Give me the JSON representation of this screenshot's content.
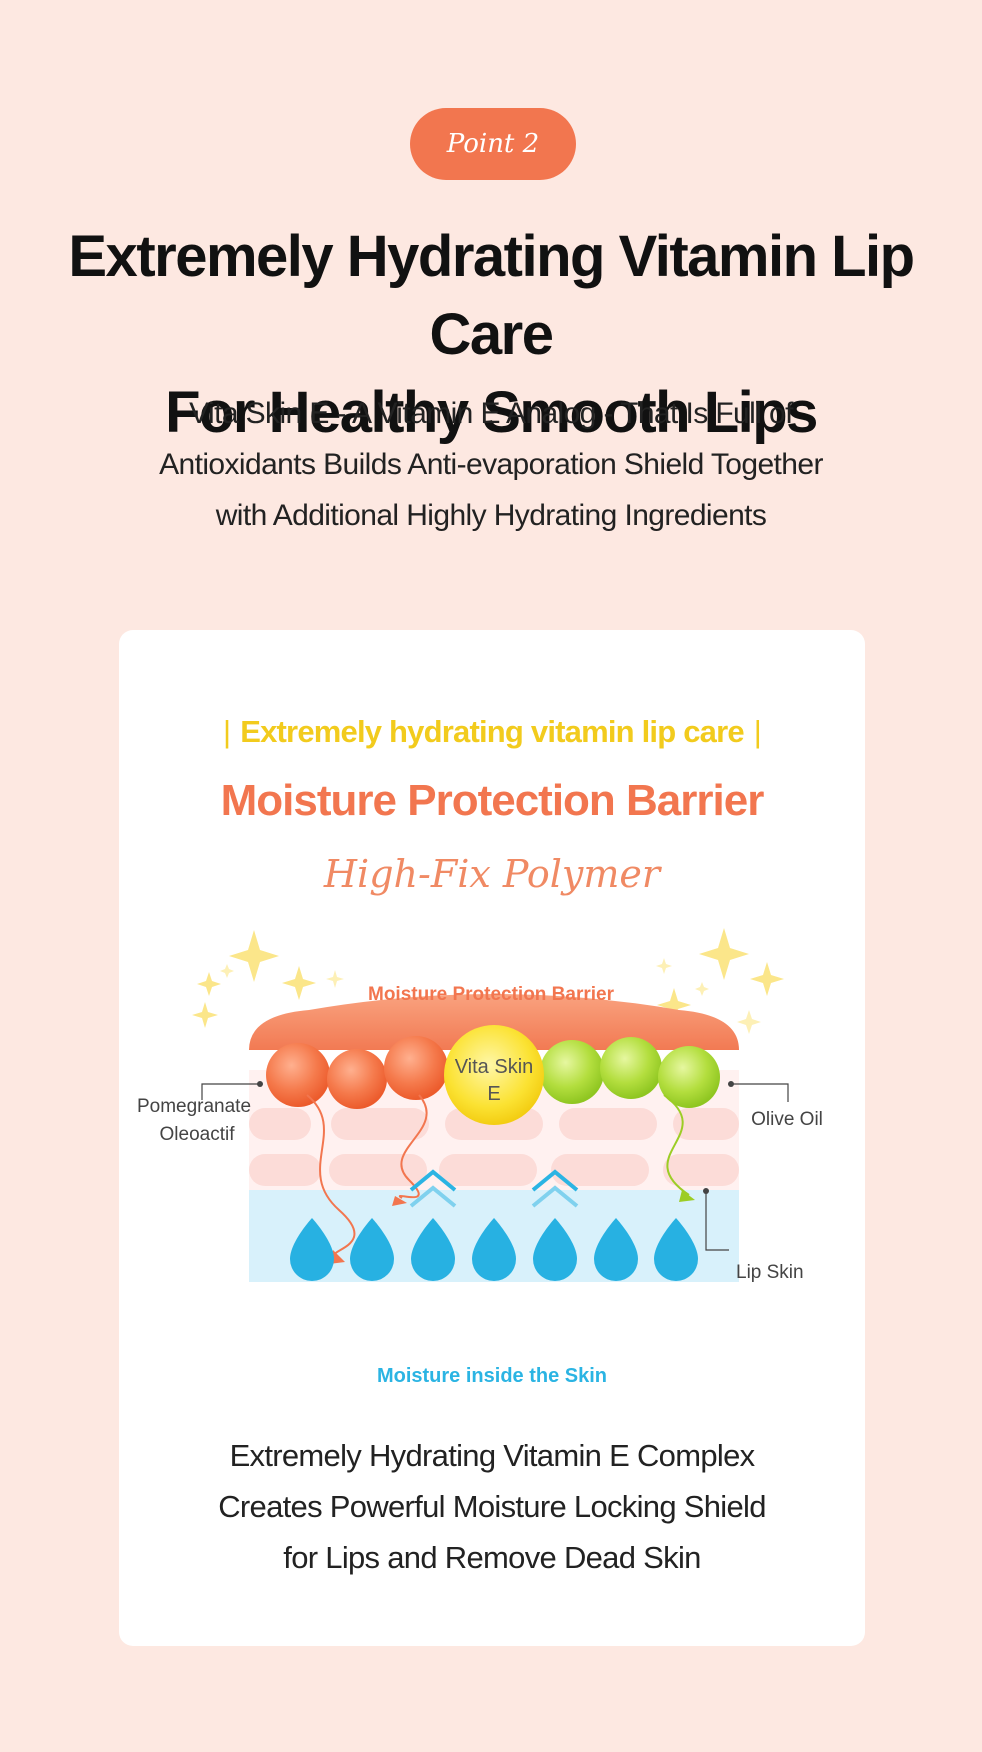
{
  "badge": {
    "label": "Point 2"
  },
  "headline": {
    "line1": "Extremely Hydrating Vitamin Lip Care",
    "line2": "For Healthy Smooth Lips"
  },
  "subcopy": {
    "line1": "Vita Skin E - A Vitamin E Analog - That Is Full of",
    "line2": "Antioxidants Builds Anti-evaporation Shield Together",
    "line3": "with Additional Highly Hydrating Ingredients"
  },
  "card": {
    "kicker": "Extremely hydrating vitamin lip care",
    "kicker_bar": "|",
    "title": "Moisture Protection Barrier",
    "subtitle": "High-Fix Polymer",
    "diagram": {
      "barrier_label": "Moisture Protection Barrier",
      "center_bead_line1": "Vita Skin",
      "center_bead_line2": "E",
      "left_label_line1": "Pomegranate",
      "left_label_line2": "Oleoactif",
      "right_label": "Olive Oil",
      "skin_label": "Lip Skin",
      "moisture_label": "Moisture inside the Skin"
    },
    "copy": {
      "line1": "Extremely Hydrating Vitamin E Complex",
      "line2": "Creates Powerful Moisture Locking Shield",
      "line3": "for Lips and Remove Dead Skin"
    }
  },
  "colors": {
    "background": "#fde8e1",
    "accent_orange": "#f2764f",
    "accent_yellow": "#f2cb1d",
    "moisture_blue": "#2bb4e3",
    "olive_green": "#a8d83a"
  }
}
